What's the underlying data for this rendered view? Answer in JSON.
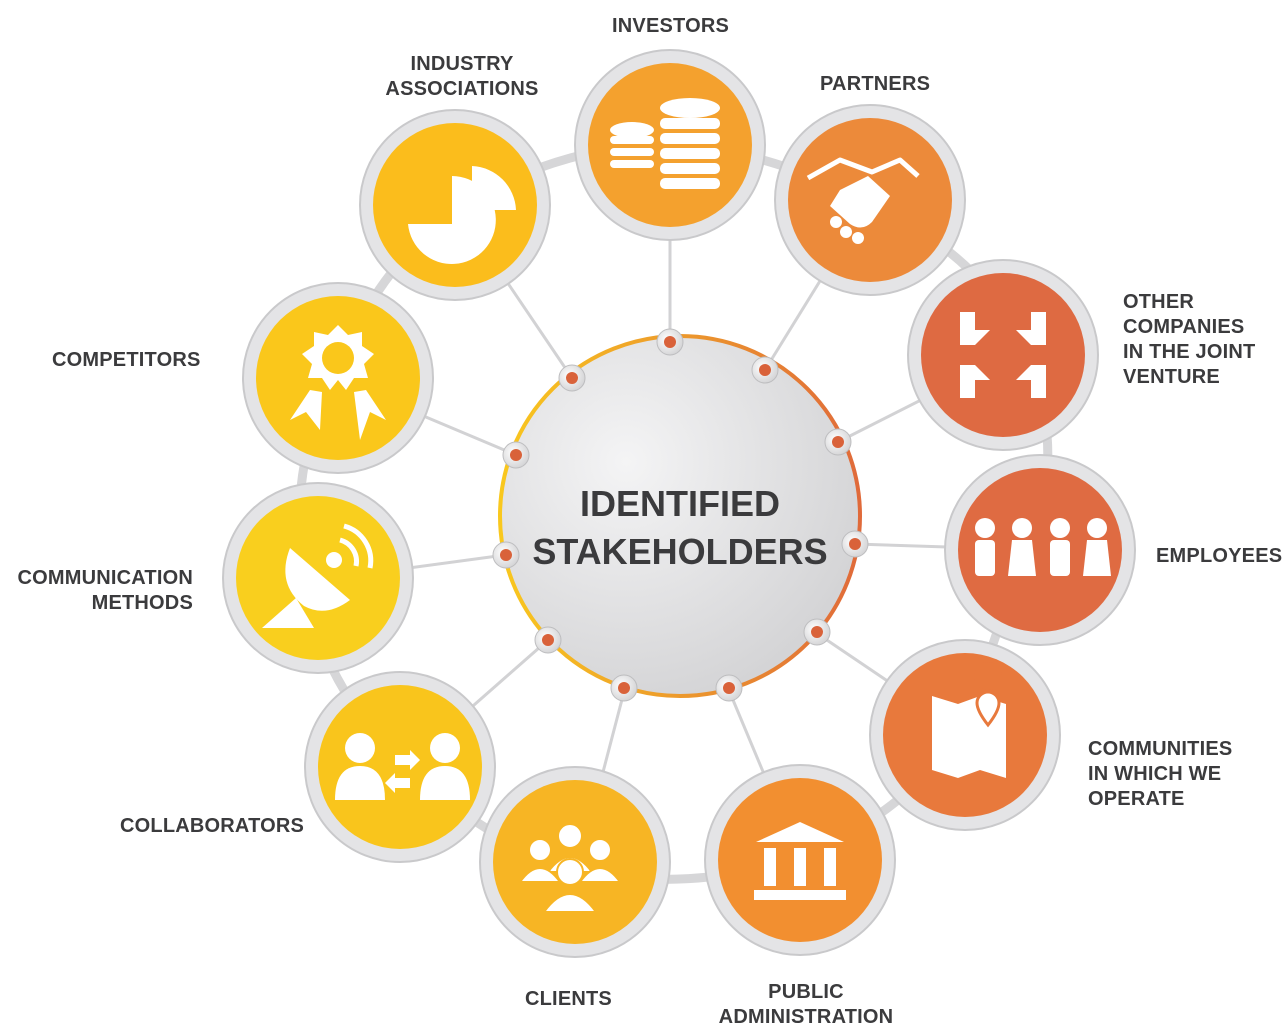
{
  "center": {
    "title": "IDENTIFIED\nSTAKEHOLDERS"
  },
  "stakeholders": [
    {
      "key": "investors",
      "label": "INVESTORS",
      "icon": "coins-stack-icon",
      "color": "#f4a12e"
    },
    {
      "key": "partners",
      "label": "PARTNERS",
      "icon": "handshake-icon",
      "color": "#ec8a3a"
    },
    {
      "key": "joint-venture",
      "label": "OTHER\nCOMPANIES\nIN THE JOINT\nVENTURE",
      "icon": "converging-arrows-icon",
      "color": "#de6a42"
    },
    {
      "key": "employees",
      "label": "EMPLOYEES",
      "icon": "people-group-icon",
      "color": "#df6b42"
    },
    {
      "key": "communities",
      "label": "COMMUNITIES\nIN WHICH WE\nOPERATE",
      "icon": "map-pin-icon",
      "color": "#e8793c"
    },
    {
      "key": "public-administration",
      "label": "PUBLIC\nADMINISTRATION",
      "icon": "government-building-icon",
      "color": "#f28f30"
    },
    {
      "key": "clients",
      "label": "CLIENTS",
      "icon": "crowd-icon",
      "color": "#f7b524"
    },
    {
      "key": "collaborators",
      "label": "COLLABORATORS",
      "icon": "exchange-people-icon",
      "color": "#f9c51c"
    },
    {
      "key": "communication-methods",
      "label": "COMMUNICATION\nMETHODS",
      "icon": "satellite-dish-icon",
      "color": "#f9cf1e"
    },
    {
      "key": "competitors",
      "label": "COMPETITORS",
      "icon": "award-ribbon-icon",
      "color": "#fac71b"
    },
    {
      "key": "industry-associations",
      "label": "INDUSTRY\nASSOCIATIONS",
      "icon": "pie-chart-icon",
      "color": "#fbbd1c"
    }
  ]
}
